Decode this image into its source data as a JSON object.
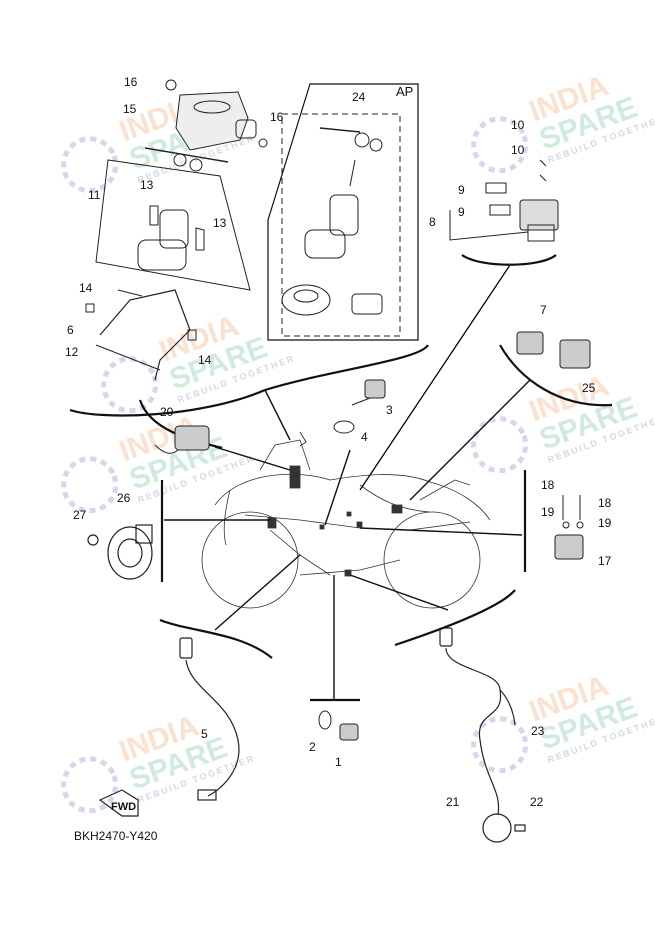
{
  "diagram": {
    "part_code": "BKH2470-Y420",
    "ap_label": "AP",
    "fwd_label": "FWD",
    "callouts": [
      {
        "id": "c16a",
        "text": "16"
      },
      {
        "id": "c15",
        "text": "15"
      },
      {
        "id": "c16b",
        "text": "16"
      },
      {
        "id": "c11",
        "text": "11"
      },
      {
        "id": "c13a",
        "text": "13"
      },
      {
        "id": "c13b",
        "text": "13"
      },
      {
        "id": "c14a",
        "text": "14"
      },
      {
        "id": "c6",
        "text": "6"
      },
      {
        "id": "c12",
        "text": "12"
      },
      {
        "id": "c14b",
        "text": "14"
      },
      {
        "id": "c24",
        "text": "24"
      },
      {
        "id": "c10a",
        "text": "10"
      },
      {
        "id": "c10b",
        "text": "10"
      },
      {
        "id": "c9a",
        "text": "9"
      },
      {
        "id": "c9b",
        "text": "9"
      },
      {
        "id": "c8",
        "text": "8"
      },
      {
        "id": "c7",
        "text": "7"
      },
      {
        "id": "c25",
        "text": "25"
      },
      {
        "id": "c3",
        "text": "3"
      },
      {
        "id": "c4",
        "text": "4"
      },
      {
        "id": "c20",
        "text": "20"
      },
      {
        "id": "c26",
        "text": "26"
      },
      {
        "id": "c27",
        "text": "27"
      },
      {
        "id": "c18a",
        "text": "18"
      },
      {
        "id": "c18b",
        "text": "18"
      },
      {
        "id": "c19a",
        "text": "19"
      },
      {
        "id": "c19b",
        "text": "19"
      },
      {
        "id": "c17",
        "text": "17"
      },
      {
        "id": "c5",
        "text": "5"
      },
      {
        "id": "c2",
        "text": "2"
      },
      {
        "id": "c1",
        "text": "1"
      },
      {
        "id": "c23",
        "text": "23"
      },
      {
        "id": "c21",
        "text": "21"
      },
      {
        "id": "c22",
        "text": "22"
      }
    ]
  },
  "watermark": {
    "line1": "INDIA",
    "line2": "SPARE",
    "tagline": "REBUILD TOGETHER",
    "colors": {
      "orange": "#f4a56a",
      "green": "#6fc39b",
      "blue": "#7d86c8"
    }
  }
}
